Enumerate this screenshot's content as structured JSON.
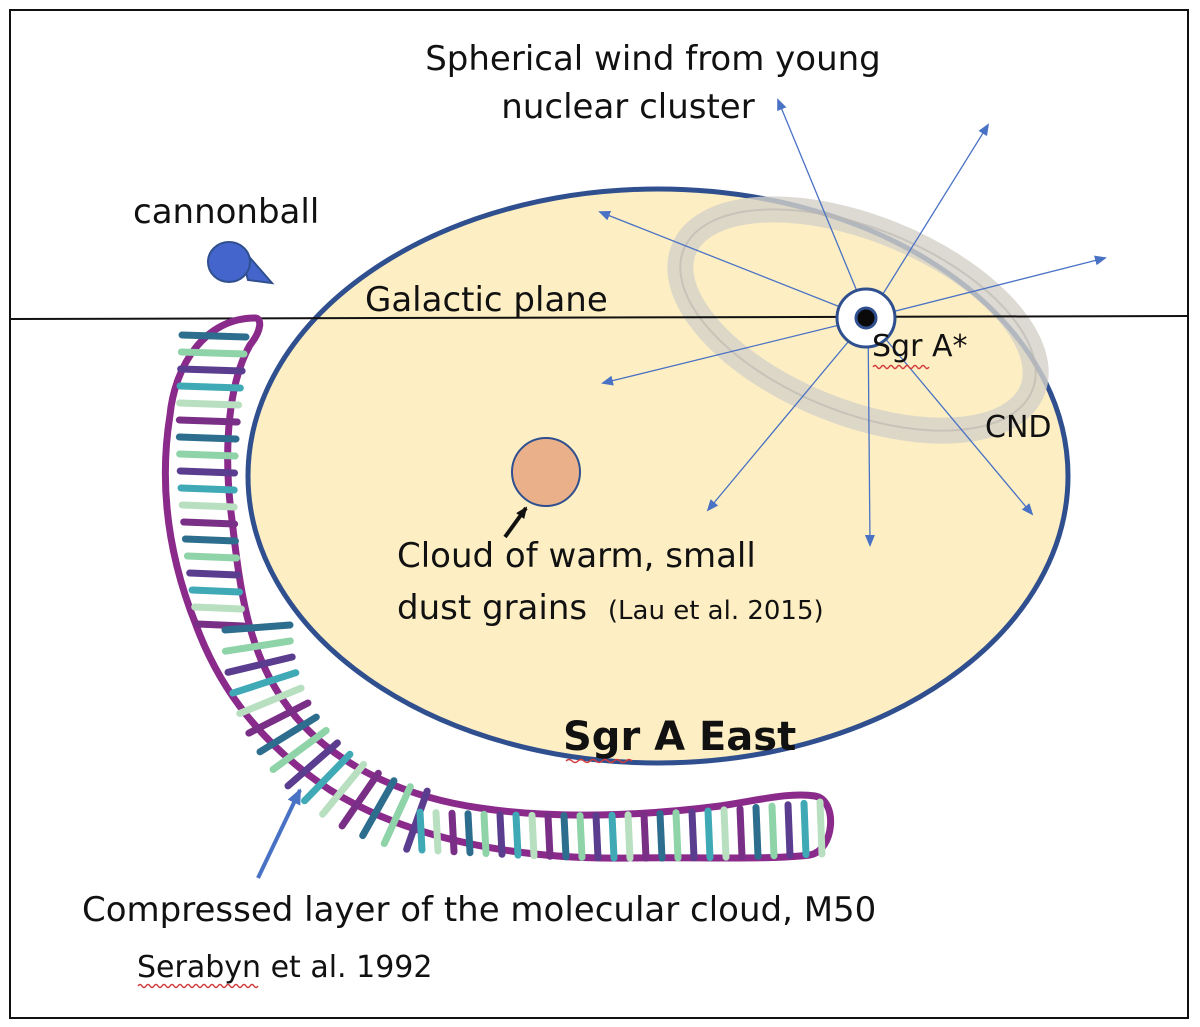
{
  "labels": {
    "wind_line1": "Spherical wind from young",
    "wind_line2": "nuclear cluster",
    "cannonball": "cannonball",
    "galactic_plane": "Galactic plane",
    "sgr_a_star": "Sgr A*",
    "cnd": "CND",
    "cloud_line1": "Cloud of warm, small",
    "cloud_line2": "dust grains",
    "cloud_ref": "(Lau et al. 2015)",
    "sgr_a_east": "Sgr A East",
    "compressed": "Compressed layer of the molecular cloud, M50",
    "serabyn": "Serabyn et al. 1992"
  },
  "colors": {
    "ellipse_fill": "#fdefc3",
    "ellipse_stroke": "#2f4f8f",
    "arrow": "#4a72c4",
    "cnd_ring": "#c9c6bd",
    "dust_cloud": "#e9b08a",
    "cannonball": "#4466cc",
    "layer_outline": "#8a2a8a",
    "layer_rungs": [
      "#2d6e8e",
      "#8fd3a8",
      "#5b3d8f",
      "#3fa9b5",
      "#b8e0c0",
      "#7a2f86"
    ],
    "spell_underline": "#d23c3c"
  }
}
